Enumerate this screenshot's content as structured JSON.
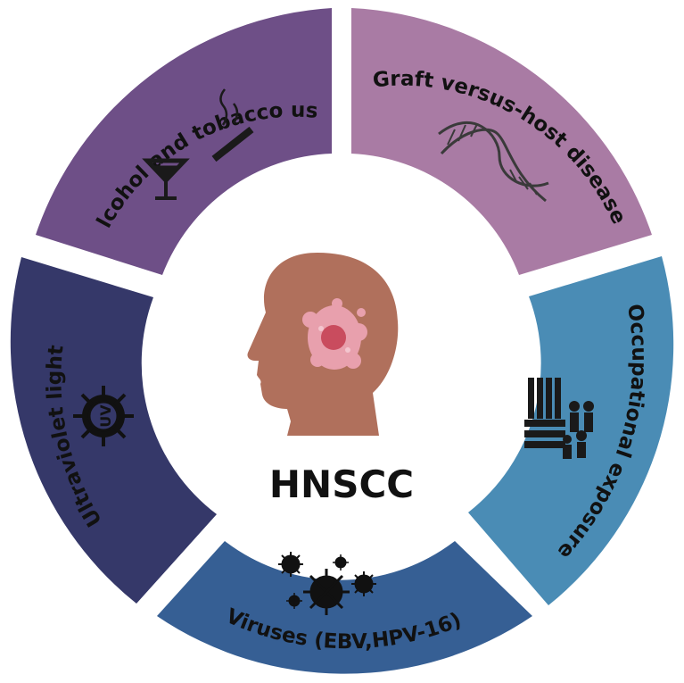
{
  "center": {
    "title": "HNSCC",
    "icon": "head-with-tumor-icon"
  },
  "segments": [
    {
      "id": "alcohol-tobacco",
      "label": "Alcohol and tobacco use",
      "color": "#6e4f87",
      "icon": "cocktail-and-cigarette-icon"
    },
    {
      "id": "gvhd",
      "label": "Graft versus-host disease",
      "color": "#a97ba4",
      "icon": "dna-helix-icon"
    },
    {
      "id": "occupational",
      "label": "Occupational exposure",
      "color": "#4a8cb5",
      "icon": "industrial-workers-icon"
    },
    {
      "id": "viruses",
      "label": "Viruses (EBV,HPV-16)",
      "color": "#365f94",
      "icon": "virus-particles-icon"
    },
    {
      "id": "uv",
      "label": "Ultraviolet light",
      "color": "#353869",
      "icon": "uv-sun-icon"
    }
  ],
  "colors": {
    "head_skin": "#b0705c",
    "tumor_outer": "#e8a0ad",
    "tumor_inner": "#c94c5e",
    "icon_dark": "#1a1a1a"
  }
}
